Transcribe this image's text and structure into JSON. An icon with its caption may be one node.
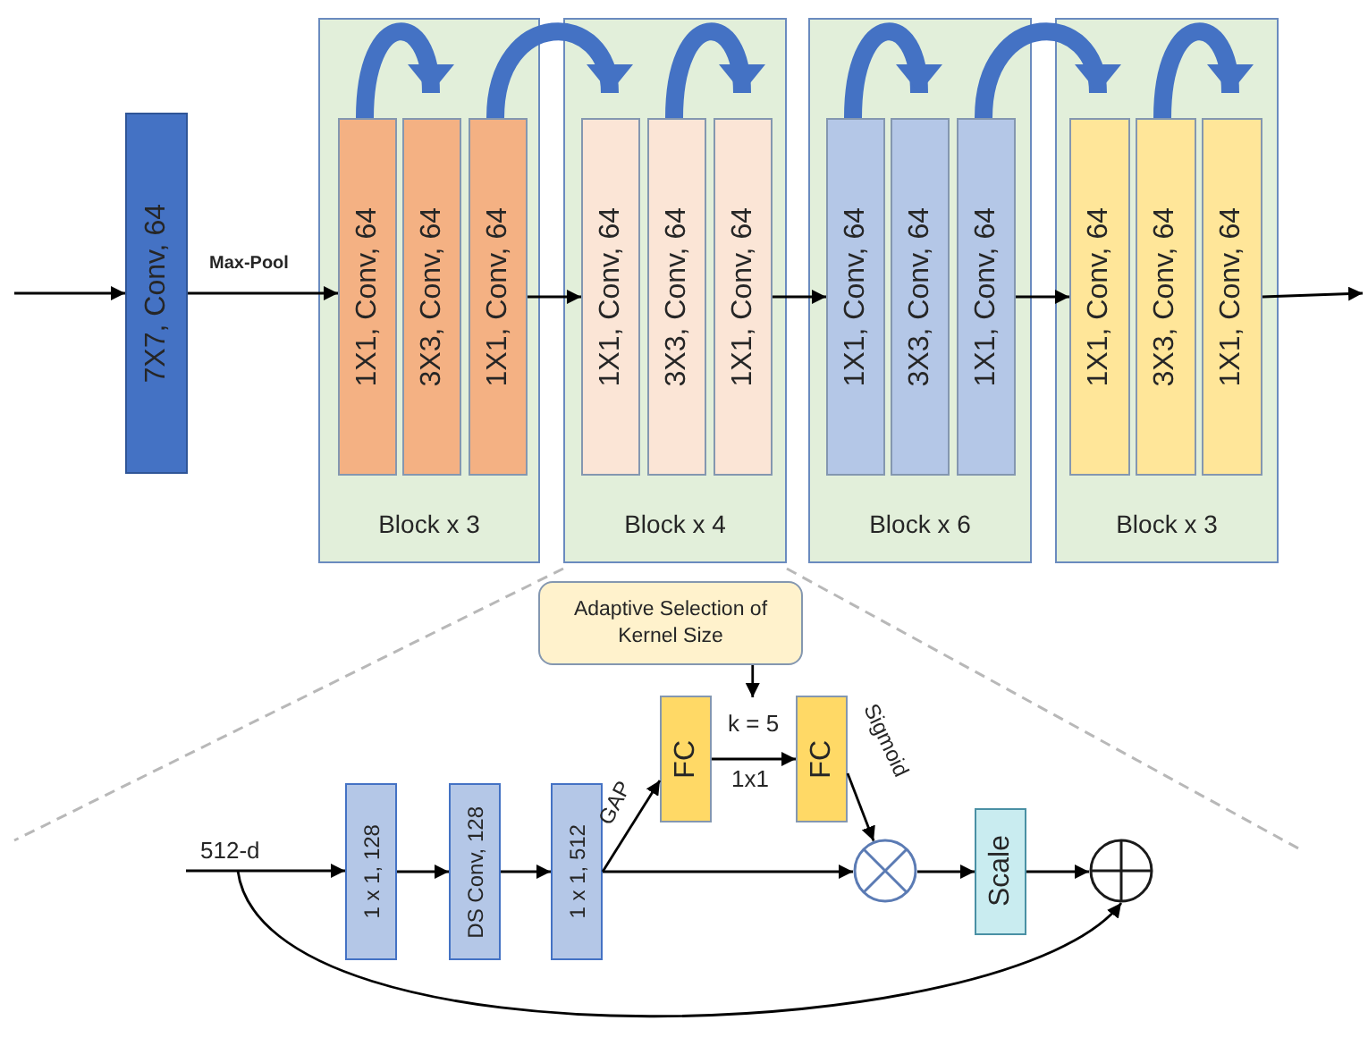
{
  "diagram": {
    "nodes": [
      {
        "text": [
          "7X7, Conv, 64"
        ]
      },
      {
        "text": [
          "Block x 3"
        ]
      },
      {
        "text": [
          "1X1, Conv, 64"
        ],
        "in": 1
      },
      {
        "text": [
          "3X3, Conv, 64"
        ],
        "in": 1
      },
      {
        "text": [
          "1X1, Conv, 64"
        ],
        "in": 1
      },
      {
        "text": [
          "Block x 4"
        ]
      },
      {
        "text": [
          "1X1, Conv, 64"
        ],
        "in": 5
      },
      {
        "text": [
          "3X3, Conv, 64"
        ],
        "in": 5
      },
      {
        "text": [
          "1X1, Conv, 64"
        ],
        "in": 5
      },
      {
        "text": [
          "Block x 6"
        ]
      },
      {
        "text": [
          "1X1, Conv, 64"
        ],
        "in": 9
      },
      {
        "text": [
          "3X3, Conv, 64"
        ],
        "in": 9
      },
      {
        "text": [
          "1X1, Conv, 64"
        ],
        "in": 9
      },
      {
        "text": [
          "Block x 3"
        ]
      },
      {
        "text": [
          "1X1, Conv, 64"
        ],
        "in": 13
      },
      {
        "text": [
          "3X3, Conv, 64"
        ],
        "in": 13
      },
      {
        "text": [
          "1X1, Conv, 64"
        ],
        "in": 13
      },
      {
        "text": [
          "Adaptive Selection of Kernel Size"
        ]
      },
      {
        "text": [
          "1 x 1, 128"
        ]
      },
      {
        "text": [
          "DS Conv, 128"
        ]
      },
      {
        "text": [
          "1 x 1, 512"
        ]
      },
      {
        "text": [
          "FC"
        ]
      },
      {
        "text": [
          "FC"
        ]
      },
      {
        "text": [],
        "shape": "circle"
      },
      {
        "text": [
          "Scale"
        ]
      },
      {
        "text": [],
        "shape": "circle"
      }
    ],
    "edges": [
      {
        "from": null,
        "to": 0,
        "arrow": "to"
      },
      {
        "from": 0,
        "to": 2,
        "arrow": "to",
        "label": "Max-Pool"
      },
      {
        "from": 4,
        "to": 6,
        "arrow": "to"
      },
      {
        "from": 8,
        "to": 10,
        "arrow": "to"
      },
      {
        "from": 12,
        "to": 14,
        "arrow": "to"
      },
      {
        "from": 16,
        "to": null,
        "arrow": "to"
      },
      {
        "from": 2,
        "to": 3,
        "arrow": "to",
        "style": "thick",
        "color": "#4472c4"
      },
      {
        "from": 4,
        "to": 6,
        "arrow": "to",
        "style": "thick",
        "color": "#4472c4"
      },
      {
        "from": 7,
        "to": 8,
        "arrow": "to",
        "style": "thick",
        "color": "#4472c4"
      },
      {
        "from": 10,
        "to": 11,
        "arrow": "to",
        "style": "thick",
        "color": "#4472c4"
      },
      {
        "from": 12,
        "to": 14,
        "arrow": "to",
        "style": "thick",
        "color": "#4472c4"
      },
      {
        "from": 15,
        "to": 16,
        "arrow": "to",
        "style": "thick",
        "color": "#4472c4"
      },
      {
        "from": null,
        "to": 18,
        "arrow": "to",
        "label": "512-d"
      },
      {
        "from": 18,
        "to": 19,
        "arrow": "to"
      },
      {
        "from": 19,
        "to": 20,
        "arrow": "to"
      },
      {
        "from": 20,
        "to": 21,
        "arrow": "to",
        "label": "GAP"
      },
      {
        "from": 20,
        "to": 23,
        "arrow": "to"
      },
      {
        "from": 21,
        "to": 22,
        "arrow": "to",
        "label": "k = 5"
      },
      {
        "from": 17,
        "to": null,
        "arrow": "to"
      },
      {
        "from": 22,
        "to": 23,
        "arrow": "to",
        "label": "Sigmoid"
      },
      {
        "from": 23,
        "to": 24,
        "arrow": "to"
      },
      {
        "from": 24,
        "to": 25,
        "arrow": "to"
      },
      {
        "from": null,
        "to": 25,
        "arrow": "to"
      }
    ],
    "labels": [
      "1x1"
    ]
  }
}
